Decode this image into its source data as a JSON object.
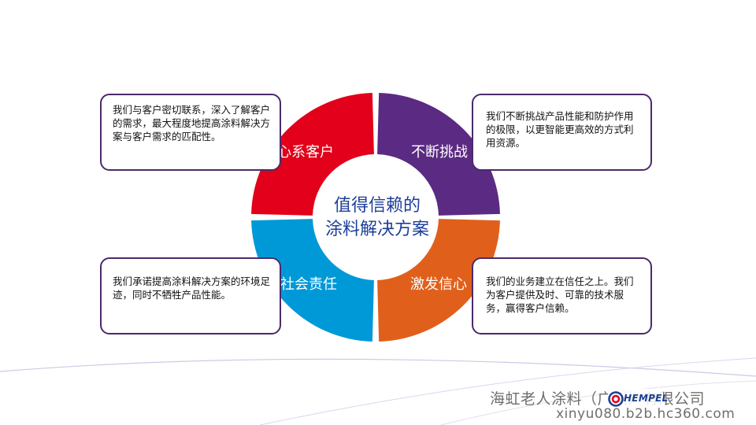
{
  "center": {
    "line1": "值得信赖的",
    "line2": "涂料解决方案"
  },
  "segments": [
    {
      "label": "心系客户",
      "color": "#e2001a"
    },
    {
      "label": "不断挑战",
      "color": "#5b2a82"
    },
    {
      "label": "社会责任",
      "color": "#0099d8"
    },
    {
      "label": "激发信心",
      "color": "#e0601b"
    }
  ],
  "callouts": {
    "top_left": "我们与客户密切联系，深入了解客户的需求，最大程度地提高涂料解决方案与客户需求的匹配性。",
    "top_right": "我们不断挑战产品性能和防护作用的极限，以更智能更高效的方式利用资源。",
    "bottom_left": "我们承诺提高涂料解决方案的环境足迹，同时不牺牲产品性能。",
    "bottom_right": "我们的业务建立在信任之上。我们为客户提供及时、可靠的技术服务，赢得客户信赖。"
  },
  "footer": {
    "company": "海虹老人涂料（广州）有限公司",
    "url": "xinyu080.b2b.hc360.com",
    "logo_text": "HEMPEL"
  },
  "colors": {
    "callout_border": "#4b2a6a",
    "center_text": "#1d3f9a",
    "deco_lines": "#c9cbe6"
  }
}
